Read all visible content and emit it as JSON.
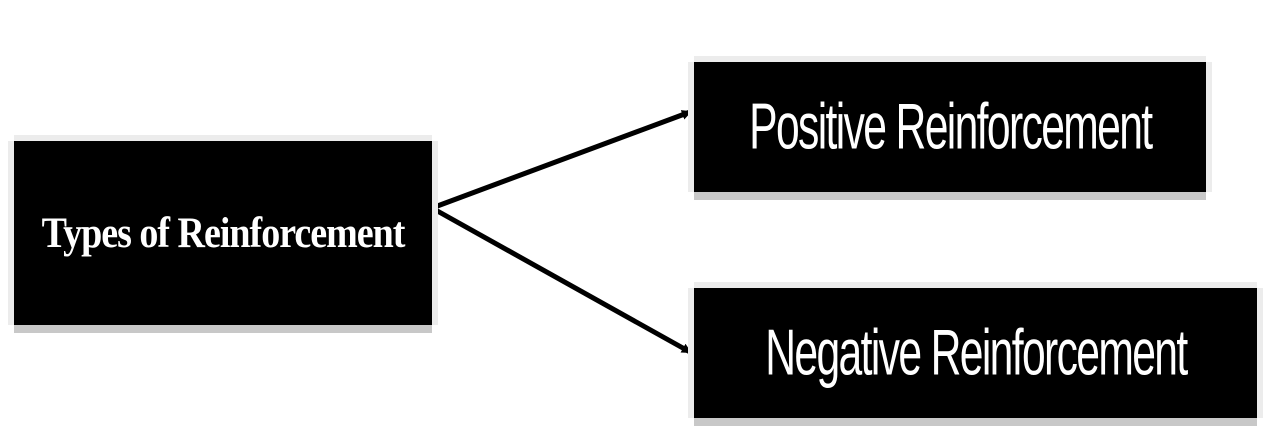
{
  "diagram": {
    "root": {
      "label": "Types of Reinforcement"
    },
    "children": [
      {
        "label": "Positive Reinforcement"
      },
      {
        "label": "Negative Reinforcement"
      }
    ]
  },
  "colors": {
    "box_fill": "#000000",
    "box_text": "#ffffff",
    "shadow": "#c8c8c8",
    "arrow": "#000000",
    "background": "#ffffff"
  }
}
